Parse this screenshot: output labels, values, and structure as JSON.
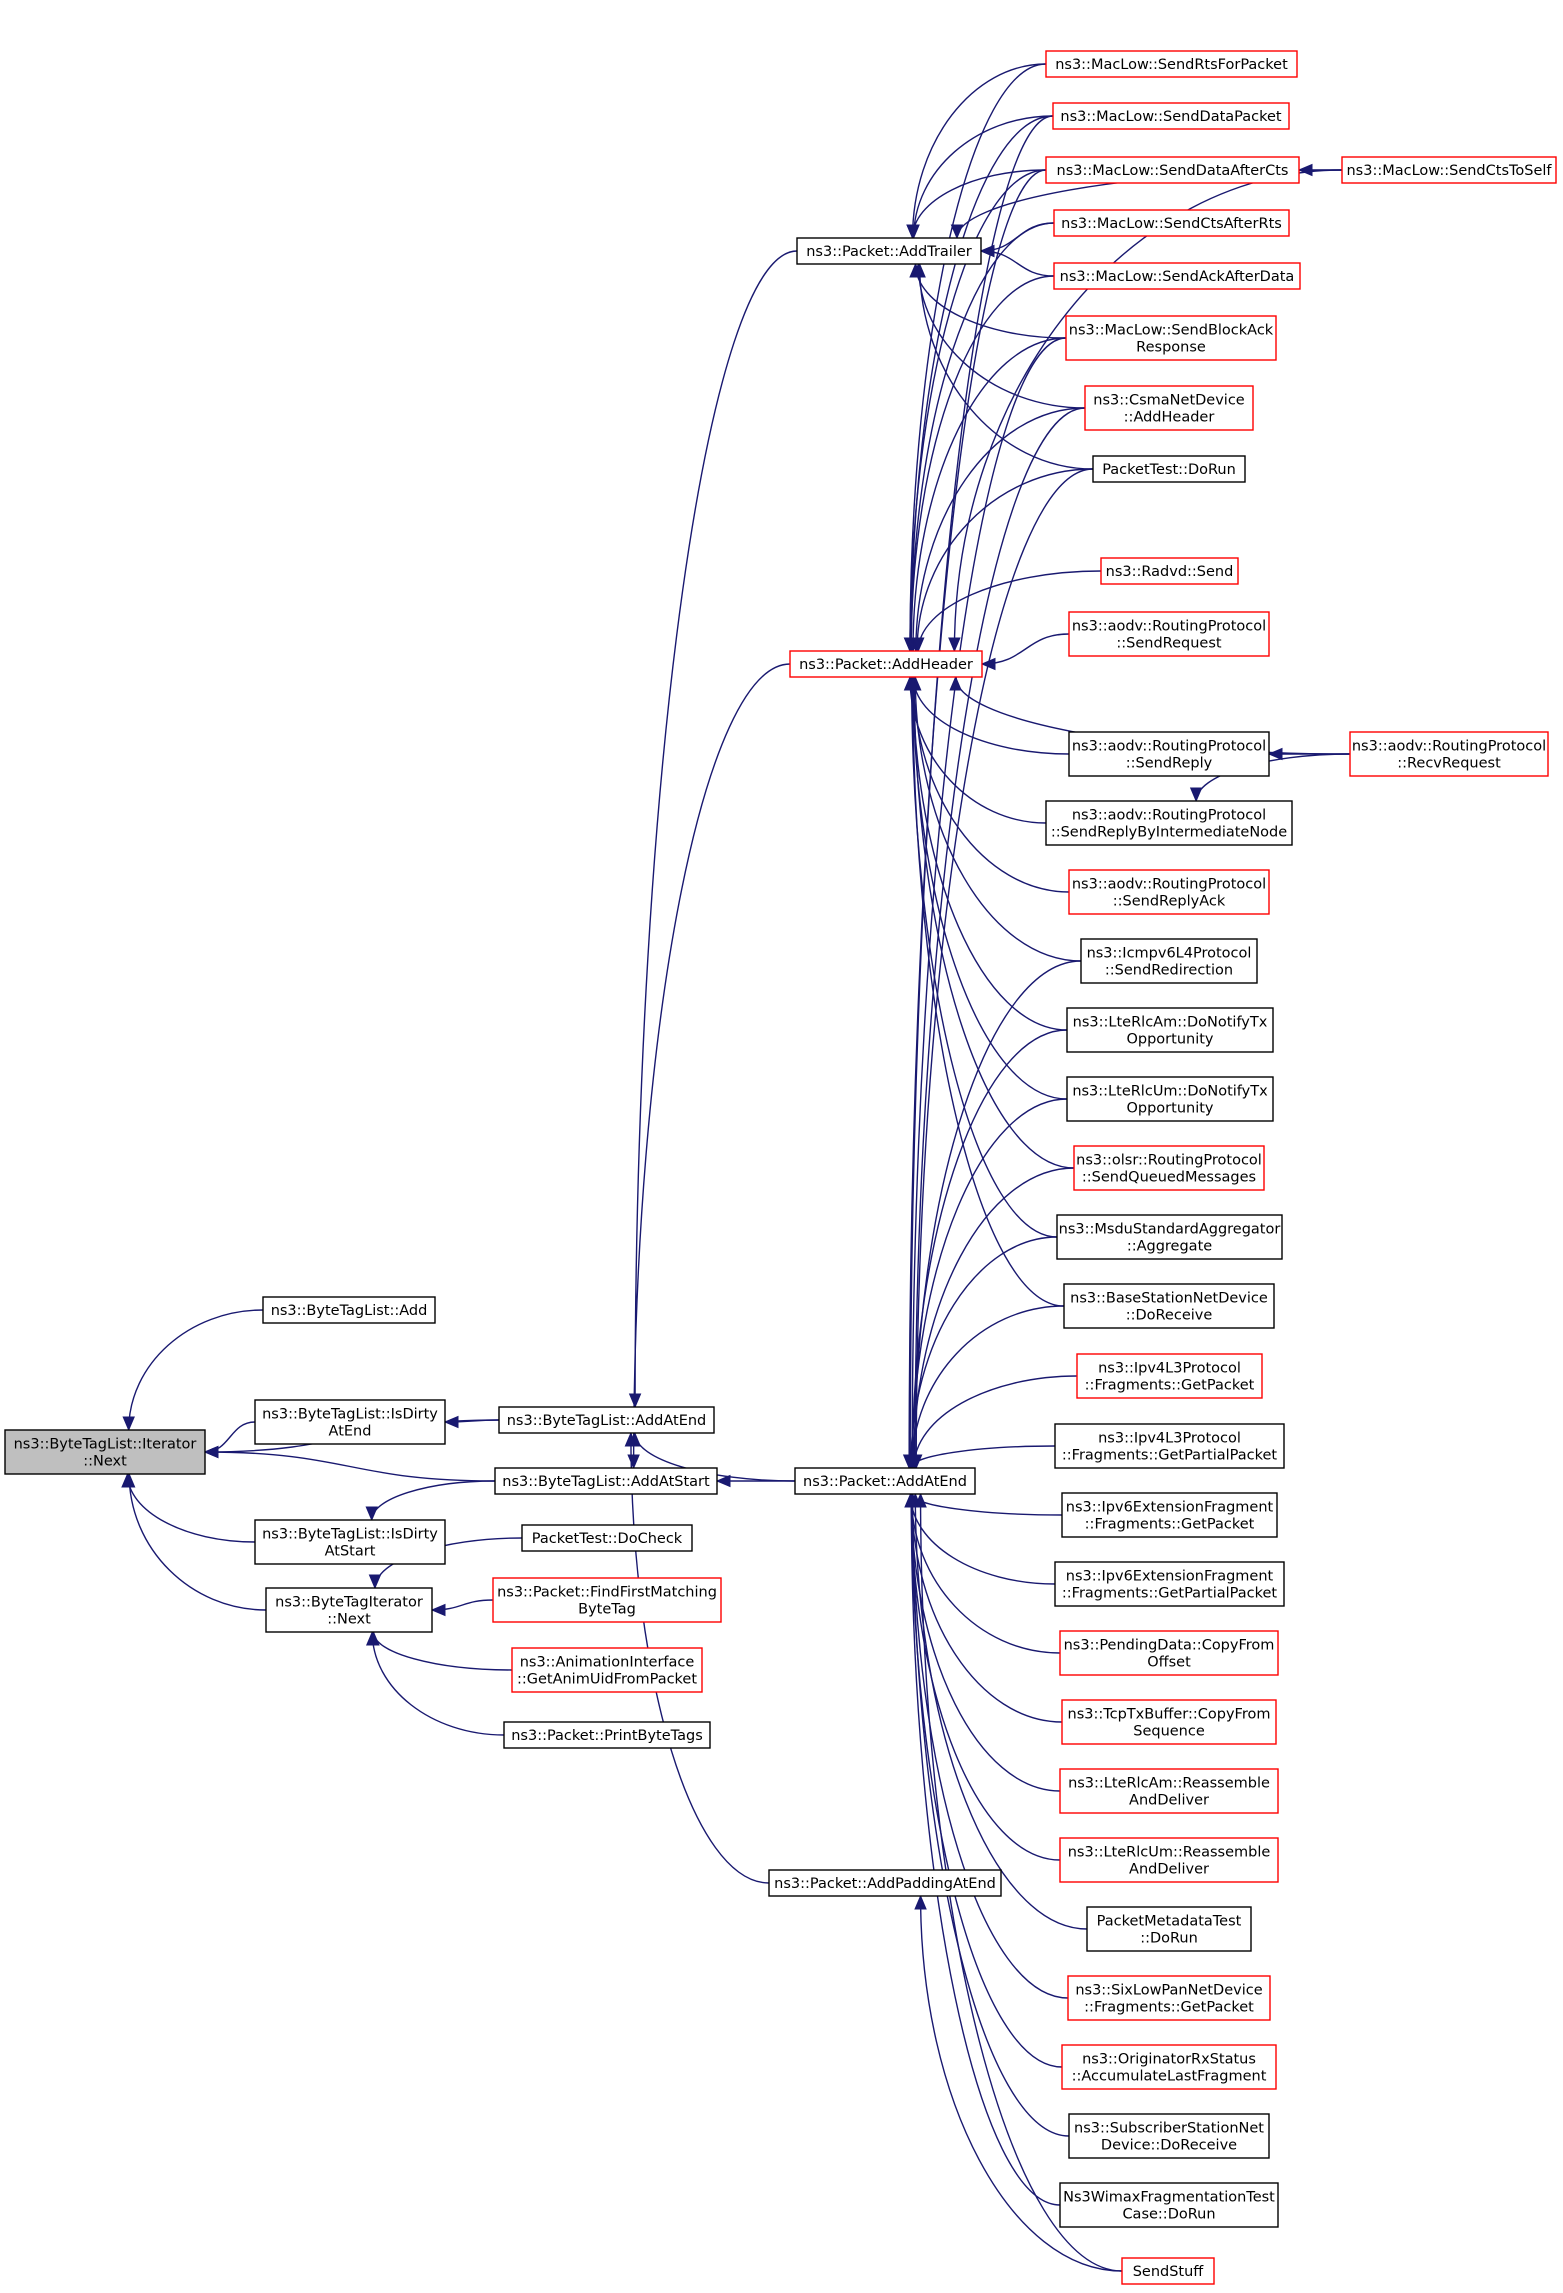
{
  "graph": {
    "nodes": {
      "root": {
        "lines": [
          "ns3::ByteTagList::Iterator",
          "::Next"
        ],
        "style": "root"
      },
      "btlAdd": {
        "lines": [
          "ns3::ByteTagList::Add"
        ]
      },
      "isDirtyEnd": {
        "lines": [
          "ns3::ByteTagList::IsDirty",
          "AtEnd"
        ]
      },
      "isDirtyStart": {
        "lines": [
          "ns3::ByteTagList::IsDirty",
          "AtStart"
        ]
      },
      "btIterNext": {
        "lines": [
          "ns3::ByteTagIterator",
          "::Next"
        ]
      },
      "btlAddAtEnd": {
        "lines": [
          "ns3::ByteTagList::AddAtEnd"
        ]
      },
      "btlAddAtStart": {
        "lines": [
          "ns3::ByteTagList::AddAtStart"
        ]
      },
      "ptDoCheck": {
        "lines": [
          "PacketTest::DoCheck"
        ]
      },
      "findFirst": {
        "lines": [
          "ns3::Packet::FindFirstMatching",
          "ByteTag"
        ],
        "style": "red"
      },
      "animUid": {
        "lines": [
          "ns3::AnimationInterface",
          "::GetAnimUidFromPacket"
        ],
        "style": "red"
      },
      "printByteTags": {
        "lines": [
          "ns3::Packet::PrintByteTags"
        ]
      },
      "pAddTrailer": {
        "lines": [
          "ns3::Packet::AddTrailer"
        ]
      },
      "pAddHeader": {
        "lines": [
          "ns3::Packet::AddHeader"
        ],
        "style": "red"
      },
      "pAddAtEnd": {
        "lines": [
          "ns3::Packet::AddAtEnd"
        ]
      },
      "pAddPadding": {
        "lines": [
          "ns3::Packet::AddPaddingAtEnd"
        ]
      },
      "sendRts": {
        "lines": [
          "ns3::MacLow::SendRtsForPacket"
        ],
        "style": "red"
      },
      "sendData": {
        "lines": [
          "ns3::MacLow::SendDataPacket"
        ],
        "style": "red"
      },
      "sendDataCts": {
        "lines": [
          "ns3::MacLow::SendDataAfterCts"
        ],
        "style": "red"
      },
      "sendCtsRts": {
        "lines": [
          "ns3::MacLow::SendCtsAfterRts"
        ],
        "style": "red"
      },
      "sendAck": {
        "lines": [
          "ns3::MacLow::SendAckAfterData"
        ],
        "style": "red"
      },
      "sendBlockAck": {
        "lines": [
          "ns3::MacLow::SendBlockAck",
          "Response"
        ],
        "style": "red"
      },
      "csmaAddHeader": {
        "lines": [
          "ns3::CsmaNetDevice",
          "::AddHeader"
        ],
        "style": "red"
      },
      "ptDoRun": {
        "lines": [
          "PacketTest::DoRun"
        ]
      },
      "sendCtsSelf": {
        "lines": [
          "ns3::MacLow::SendCtsToSelf"
        ],
        "style": "red"
      },
      "radvdSend": {
        "lines": [
          "ns3::Radvd::Send"
        ],
        "style": "red"
      },
      "aodvSendRequest": {
        "lines": [
          "ns3::aodv::RoutingProtocol",
          "::SendRequest"
        ],
        "style": "red"
      },
      "aodvSendReply": {
        "lines": [
          "ns3::aodv::RoutingProtocol",
          "::SendReply"
        ]
      },
      "aodvRecvRequest": {
        "lines": [
          "ns3::aodv::RoutingProtocol",
          "::RecvRequest"
        ],
        "style": "red"
      },
      "aodvSendReplyInter": {
        "lines": [
          "ns3::aodv::RoutingProtocol",
          "::SendReplyByIntermediateNode"
        ]
      },
      "aodvSendReplyAck": {
        "lines": [
          "ns3::aodv::RoutingProtocol",
          "::SendReplyAck"
        ],
        "style": "red"
      },
      "icmpRedirect": {
        "lines": [
          "ns3::Icmpv6L4Protocol",
          "::SendRedirection"
        ]
      },
      "lteAmTx": {
        "lines": [
          "ns3::LteRlcAm::DoNotifyTx",
          "Opportunity"
        ]
      },
      "lteUmTx": {
        "lines": [
          "ns3::LteRlcUm::DoNotifyTx",
          "Opportunity"
        ]
      },
      "olsrQueued": {
        "lines": [
          "ns3::olsr::RoutingProtocol",
          "::SendQueuedMessages"
        ],
        "style": "red"
      },
      "msduAgg": {
        "lines": [
          "ns3::MsduStandardAggregator",
          "::Aggregate"
        ]
      },
      "bsReceive": {
        "lines": [
          "ns3::BaseStationNetDevice",
          "::DoReceive"
        ]
      },
      "ipv4Frag": {
        "lines": [
          "ns3::Ipv4L3Protocol",
          "::Fragments::GetPacket"
        ],
        "style": "red"
      },
      "ipv4FragPartial": {
        "lines": [
          "ns3::Ipv4L3Protocol",
          "::Fragments::GetPartialPacket"
        ]
      },
      "ipv6ExtFrag": {
        "lines": [
          "ns3::Ipv6ExtensionFragment",
          "::Fragments::GetPacket"
        ]
      },
      "ipv6ExtFragPartial": {
        "lines": [
          "ns3::Ipv6ExtensionFragment",
          "::Fragments::GetPartialPacket"
        ]
      },
      "pendingCopy": {
        "lines": [
          "ns3::PendingData::CopyFrom",
          "Offset"
        ],
        "style": "red"
      },
      "tcpTxCopy": {
        "lines": [
          "ns3::TcpTxBuffer::CopyFrom",
          "Sequence"
        ],
        "style": "red"
      },
      "lteAmReasm": {
        "lines": [
          "ns3::LteRlcAm::Reassemble",
          "AndDeliver"
        ],
        "style": "red"
      },
      "lteUmReasm": {
        "lines": [
          "ns3::LteRlcUm::Reassemble",
          "AndDeliver"
        ],
        "style": "red"
      },
      "pmtDoRun": {
        "lines": [
          "PacketMetadataTest",
          "::DoRun"
        ]
      },
      "sixLowPan": {
        "lines": [
          "ns3::SixLowPanNetDevice",
          "::Fragments::GetPacket"
        ],
        "style": "red"
      },
      "origRx": {
        "lines": [
          "ns3::OriginatorRxStatus",
          "::AccumulateLastFragment"
        ],
        "style": "red"
      },
      "ssReceive": {
        "lines": [
          "ns3::SubscriberStationNet",
          "Device::DoReceive"
        ]
      },
      "wimaxFrag": {
        "lines": [
          "Ns3WimaxFragmentationTest",
          "Case::DoRun"
        ]
      },
      "sendStuff": {
        "lines": [
          "SendStuff"
        ],
        "style": "red"
      }
    },
    "edges": [
      [
        "btlAdd",
        "root"
      ],
      [
        "btlAddAtEnd",
        "root"
      ],
      [
        "isDirtyEnd",
        "root"
      ],
      [
        "btlAddAtStart",
        "root"
      ],
      [
        "isDirtyStart",
        "root"
      ],
      [
        "btIterNext",
        "root"
      ],
      [
        "btlAddAtEnd",
        "isDirtyEnd"
      ],
      [
        "btlAddAtStart",
        "isDirtyStart"
      ],
      [
        "ptDoCheck",
        "btIterNext"
      ],
      [
        "findFirst",
        "btIterNext"
      ],
      [
        "animUid",
        "btIterNext"
      ],
      [
        "printByteTags",
        "btIterNext"
      ],
      [
        "pAddTrailer",
        "btlAddAtEnd"
      ],
      [
        "pAddAtEnd",
        "btlAddAtEnd"
      ],
      [
        "pAddPadding",
        "btlAddAtEnd"
      ],
      [
        "pAddHeader",
        "btlAddAtStart"
      ],
      [
        "pAddAtEnd",
        "btlAddAtStart"
      ],
      [
        "sendRts",
        "pAddTrailer"
      ],
      [
        "sendData",
        "pAddTrailer"
      ],
      [
        "sendDataCts",
        "pAddTrailer"
      ],
      [
        "sendCtsRts",
        "pAddTrailer"
      ],
      [
        "sendAck",
        "pAddTrailer"
      ],
      [
        "sendBlockAck",
        "pAddTrailer"
      ],
      [
        "csmaAddHeader",
        "pAddTrailer"
      ],
      [
        "ptDoRun",
        "pAddTrailer"
      ],
      [
        "sendCtsSelf",
        "pAddTrailer"
      ],
      [
        "sendRts",
        "pAddHeader"
      ],
      [
        "sendData",
        "pAddHeader"
      ],
      [
        "sendDataCts",
        "pAddHeader"
      ],
      [
        "sendCtsRts",
        "pAddHeader"
      ],
      [
        "sendAck",
        "pAddHeader"
      ],
      [
        "sendBlockAck",
        "pAddHeader"
      ],
      [
        "csmaAddHeader",
        "pAddHeader"
      ],
      [
        "ptDoRun",
        "pAddHeader"
      ],
      [
        "sendCtsSelf",
        "pAddHeader"
      ],
      [
        "radvdSend",
        "pAddHeader"
      ],
      [
        "aodvSendRequest",
        "pAddHeader"
      ],
      [
        "aodvSendReply",
        "pAddHeader"
      ],
      [
        "aodvRecvRequest",
        "pAddHeader"
      ],
      [
        "aodvSendReplyInter",
        "pAddHeader"
      ],
      [
        "aodvSendReplyAck",
        "pAddHeader"
      ],
      [
        "icmpRedirect",
        "pAddHeader"
      ],
      [
        "lteAmTx",
        "pAddHeader"
      ],
      [
        "lteUmTx",
        "pAddHeader"
      ],
      [
        "olsrQueued",
        "pAddHeader"
      ],
      [
        "msduAgg",
        "pAddHeader"
      ],
      [
        "bsReceive",
        "pAddHeader"
      ],
      [
        "sendCtsSelf",
        "sendDataCts"
      ],
      [
        "aodvRecvRequest",
        "aodvSendReply"
      ],
      [
        "aodvRecvRequest",
        "aodvSendReplyInter"
      ],
      [
        "sendData",
        "pAddAtEnd"
      ],
      [
        "sendDataCts",
        "pAddAtEnd"
      ],
      [
        "sendBlockAck",
        "pAddAtEnd"
      ],
      [
        "csmaAddHeader",
        "pAddAtEnd"
      ],
      [
        "ptDoRun",
        "pAddAtEnd"
      ],
      [
        "icmpRedirect",
        "pAddAtEnd"
      ],
      [
        "lteAmTx",
        "pAddAtEnd"
      ],
      [
        "lteUmTx",
        "pAddAtEnd"
      ],
      [
        "olsrQueued",
        "pAddAtEnd"
      ],
      [
        "msduAgg",
        "pAddAtEnd"
      ],
      [
        "bsReceive",
        "pAddAtEnd"
      ],
      [
        "ipv4Frag",
        "pAddAtEnd"
      ],
      [
        "ipv4FragPartial",
        "pAddAtEnd"
      ],
      [
        "ipv6ExtFrag",
        "pAddAtEnd"
      ],
      [
        "ipv6ExtFragPartial",
        "pAddAtEnd"
      ],
      [
        "pendingCopy",
        "pAddAtEnd"
      ],
      [
        "tcpTxCopy",
        "pAddAtEnd"
      ],
      [
        "lteAmReasm",
        "pAddAtEnd"
      ],
      [
        "lteUmReasm",
        "pAddAtEnd"
      ],
      [
        "pmtDoRun",
        "pAddAtEnd"
      ],
      [
        "sixLowPan",
        "pAddAtEnd"
      ],
      [
        "origRx",
        "pAddAtEnd"
      ],
      [
        "ssReceive",
        "pAddAtEnd"
      ],
      [
        "wimaxFrag",
        "pAddAtEnd"
      ],
      [
        "sendStuff",
        "pAddAtEnd"
      ],
      [
        "sendStuff",
        "pAddPadding"
      ]
    ]
  }
}
